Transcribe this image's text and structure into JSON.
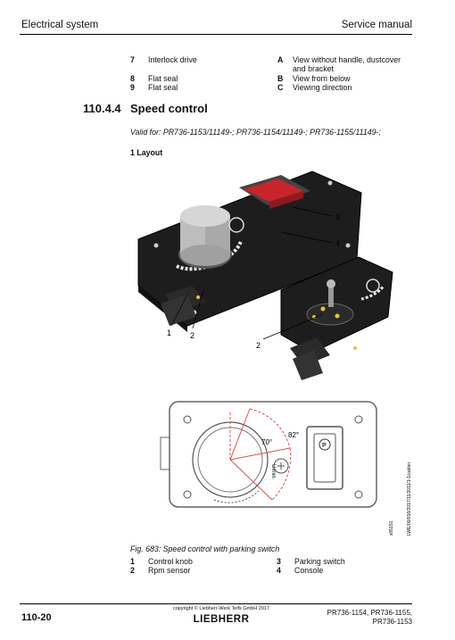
{
  "header": {
    "left": "Electrical system",
    "right": "Service manual"
  },
  "legend_top": [
    {
      "num": "7",
      "label": "Interlock drive",
      "letter": "A",
      "letter_label_1": "View without handle, dustcover",
      "letter_label_2": "and bracket"
    },
    {
      "num": "8",
      "label": "Flat seal",
      "letter": "B",
      "letter_label_1": "View from below"
    },
    {
      "num": "9",
      "label": "Flat seal",
      "letter": "C",
      "letter_label_1": "Viewing direction"
    }
  ],
  "section": {
    "number": "110.4.4",
    "title": "Speed control",
    "valid_for": "Valid for: PR736-1153/11149-; PR736-1154/11149-; PR736-1155/11149-;",
    "subheading": "1 Layout"
  },
  "figure": {
    "callouts": {
      "c1": "1",
      "c2": "2",
      "c2b": "2",
      "c3": "3",
      "c4": "4"
    },
    "angle_70": "70°",
    "angle_82": "82°",
    "rpm_label": "U/min",
    "side_code": "LWE/00/016/2017/11/2011/1-1/cat/en",
    "side_code2": "x05151"
  },
  "caption": "Fig. 683: Speed control with parking switch",
  "legend_bottom": [
    {
      "num": "1",
      "label": "Control knob",
      "num2": "3",
      "label2": "Parking switch"
    },
    {
      "num": "2",
      "label": "Rpm sensor",
      "num2": "4",
      "label2": "Console"
    }
  ],
  "footer": {
    "page": "110-20",
    "copyright": "copyright © Liebherr-Werk Telfs GmbH 2017",
    "brand": "LIEBHERR",
    "models_1": "PR736-1154, PR736-1155,",
    "models_2": "PR736-1153"
  }
}
